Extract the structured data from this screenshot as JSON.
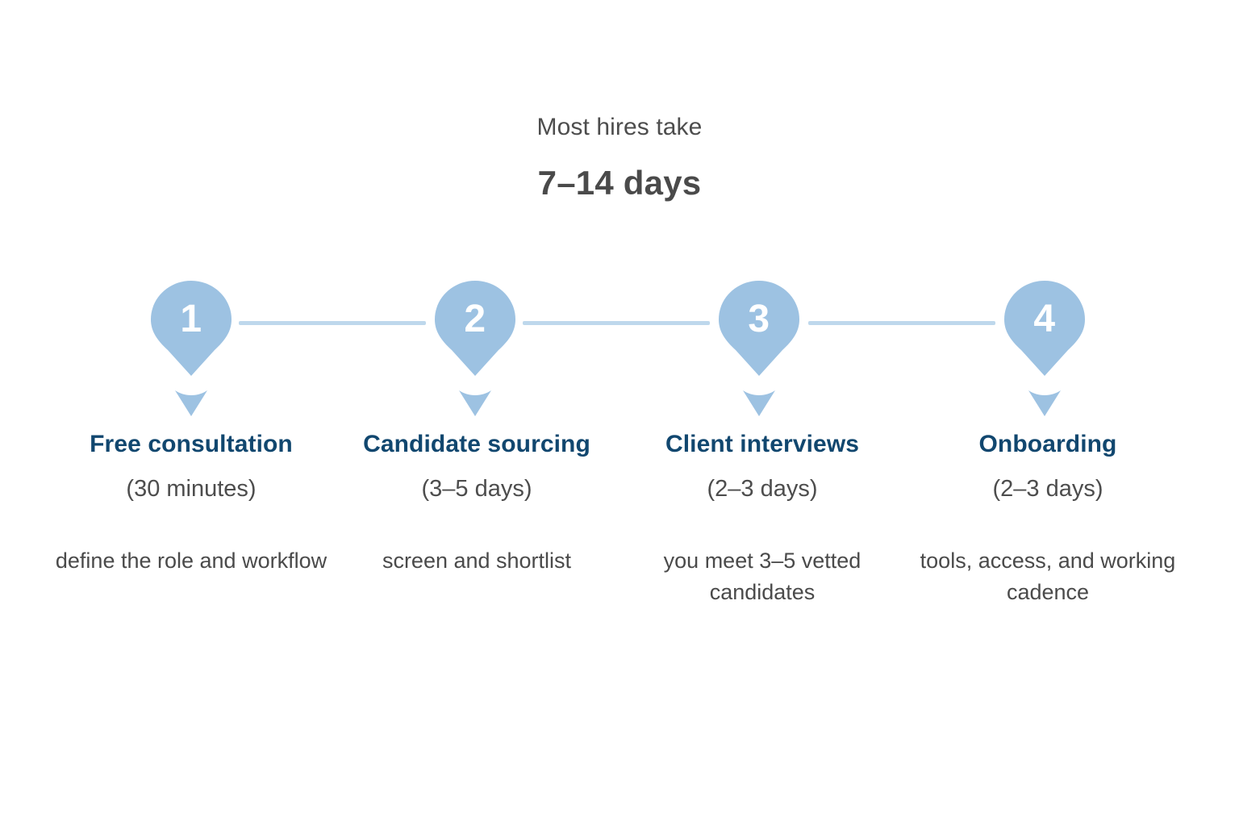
{
  "header": {
    "eyebrow": "Most hires take",
    "headline": "7–14 days"
  },
  "colors": {
    "pin_fill": "#9dc2e2",
    "connector": "#bed8ec",
    "caret": "#9dc2e2",
    "title": "#11476f",
    "body": "#4a4a4a",
    "background": "#ffffff"
  },
  "timeline": {
    "steps": [
      {
        "number": "1",
        "title": "Free consultation",
        "duration": "(30 minutes)",
        "description": "define the role and workflow"
      },
      {
        "number": "2",
        "title": "Candidate sourcing",
        "duration": "(3–5 days)",
        "description": "screen and shortlist"
      },
      {
        "number": "3",
        "title": "Client interviews",
        "duration": "(2–3 days)",
        "description": "you meet 3–5 vetted candidates"
      },
      {
        "number": "4",
        "title": "Onboarding",
        "duration": "(2–3 days)",
        "description": "tools, access, and working cadence"
      }
    ]
  }
}
